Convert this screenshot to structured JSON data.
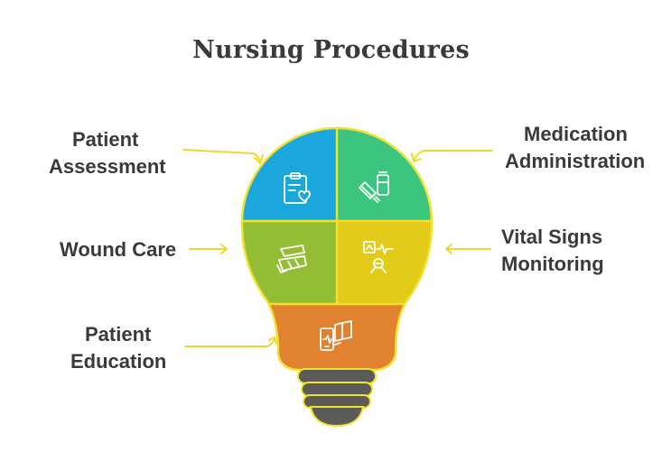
{
  "title": "Nursing Procedures",
  "labels": {
    "patient_assessment": {
      "line1": "Patient",
      "line2": "Assessment"
    },
    "medication_administration": {
      "line1": "Medication",
      "line2": "Administration"
    },
    "wound_care": {
      "line1": "Wound Care"
    },
    "vital_signs_monitoring": {
      "line1": "Vital Signs",
      "line2": "Monitoring"
    },
    "patient_education": {
      "line1": "Patient",
      "line2": "Education"
    }
  },
  "colors": {
    "blue": "#1aa8dc",
    "green": "#3cc57f",
    "olive": "#93bd35",
    "yellow": "#e2cb19",
    "orange": "#e0822f",
    "outline": "#f3e12c",
    "base": "#5b5b58",
    "arrow": "#f0d92a",
    "icon": "#ffffff"
  },
  "icons": {
    "patient_assessment": "clipboard-heart-icon",
    "medication_administration": "syringe-vial-icon",
    "wound_care": "bandage-icon",
    "vital_signs_monitoring": "vital-monitor-icon",
    "patient_education": "tablet-book-icon"
  }
}
